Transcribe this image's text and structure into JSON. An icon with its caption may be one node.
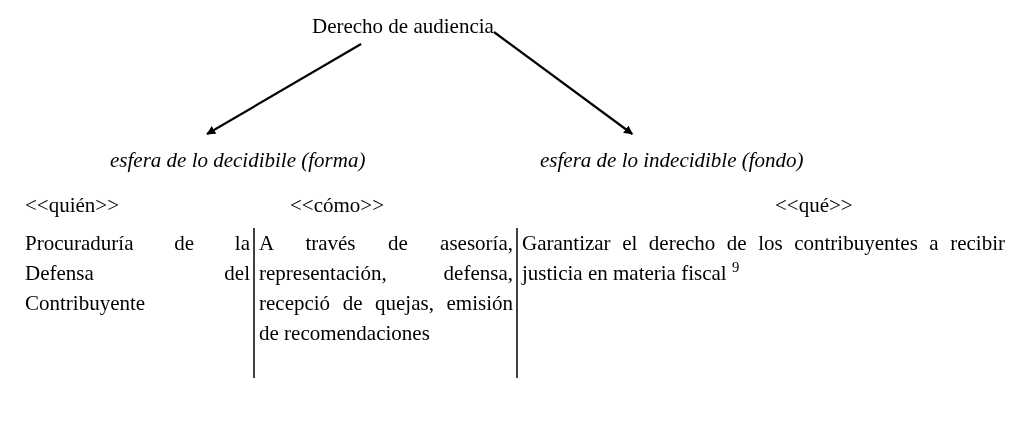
{
  "diagram": {
    "nodes": [
      {
        "text": [
          "Derecho de audiencia"
        ]
      },
      {
        "text": [
          "esfera de lo decidibile (forma)"
        ]
      },
      {
        "text": [
          "esfera de lo indecidible (fondo)"
        ]
      }
    ],
    "edges": [
      {
        "from": 0,
        "to": 1,
        "arrow": "to"
      },
      {
        "from": 0,
        "to": 2,
        "arrow": "to"
      }
    ],
    "labels": [
      "<<quién>>",
      "<<cómo>>",
      "<<qué>>",
      "Procuraduría de la Defensa del Contribuyente",
      "A través de asesoría, representación, defensa, recepció de quejas, emisión de recomendaciones",
      "Garantizar el derecho de los contribuyentes a recibir justicia en materia fiscal $^{9}$"
    ]
  }
}
